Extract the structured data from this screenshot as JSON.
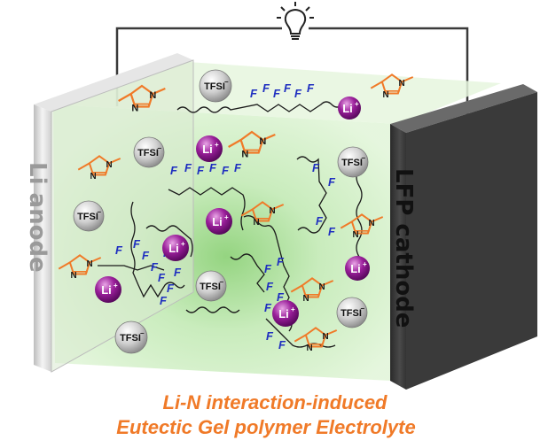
{
  "electrodes": {
    "anode": "Li anode",
    "cathode": "LFP cathode"
  },
  "caption": {
    "line1": "Li-N interaction-induced",
    "line2": "Eutectic Gel polymer Electrolyte"
  },
  "ions": {
    "tfsi": "TFSI",
    "tfsi_charge": "−",
    "li": "Li",
    "li_charge": "+"
  },
  "atoms": {
    "fluorine": "F",
    "nitrogen": "N"
  },
  "colors": {
    "caption": "#f07a28",
    "imidazole": "#f07a28",
    "fluorine": "#1f2fc0",
    "li_sphere": "#9a1f9a",
    "tfsi_sphere": "#c8c8c8",
    "cathode": "#3d3d3d",
    "anode": "#d9d9d9",
    "gel": "#cfeec3"
  },
  "icons": [
    "light-bulb-icon"
  ]
}
